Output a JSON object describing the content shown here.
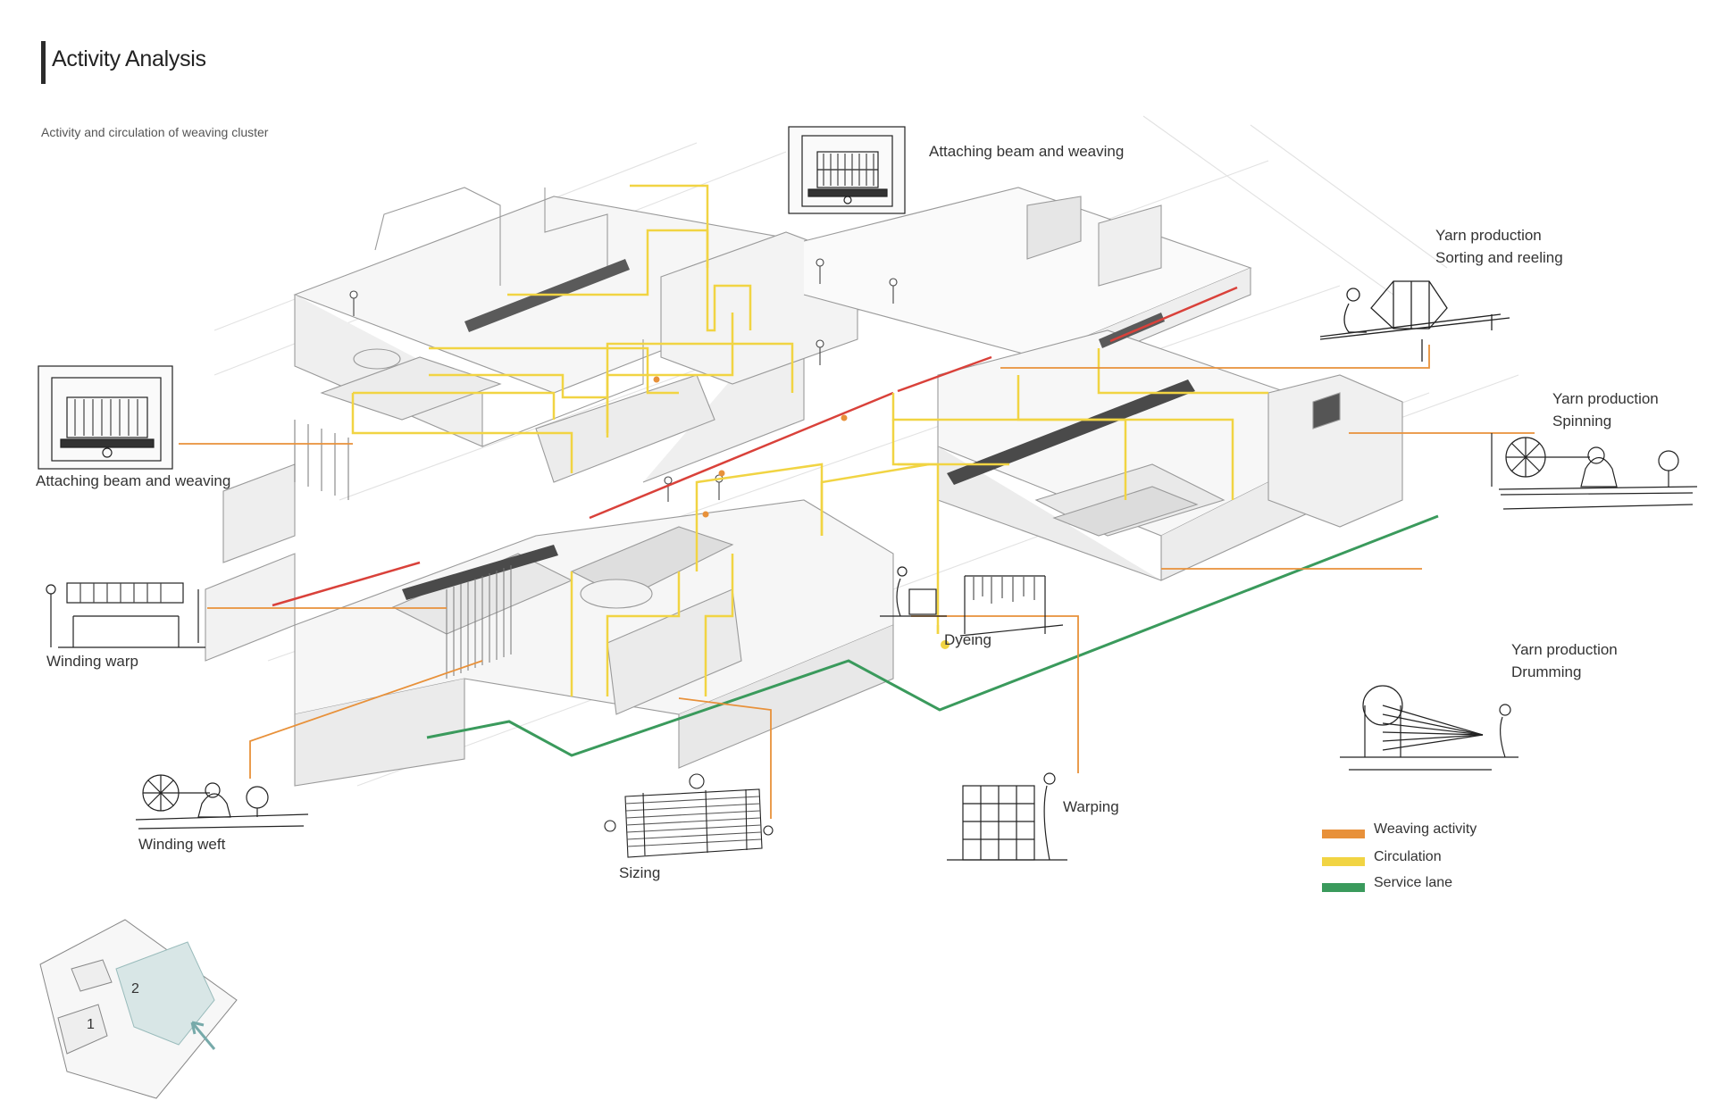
{
  "header": {
    "title": "Activity Analysis",
    "subtitle": "Activity and circulation of weaving cluster"
  },
  "labels": {
    "beam_top": "Attaching beam and weaving",
    "beam_left": "Attaching beam and weaving",
    "sorting_line1": "Yarn production",
    "sorting_line2": "Sorting and reeling",
    "spinning_line1": "Yarn production",
    "spinning_line2": "Spinning",
    "drumming_line1": "Yarn production",
    "drumming_line2": "Drumming",
    "winding_warp": "Winding warp",
    "winding_weft": "Winding weft",
    "sizing": "Sizing",
    "warping": "Warping",
    "dyeing": "Dyeing"
  },
  "keyplan": {
    "zone1": "1",
    "zone2": "2"
  },
  "legend": [
    {
      "label": "Weaving activity",
      "color": "#e8913a"
    },
    {
      "label": "Circulation",
      "color": "#f1d443"
    },
    {
      "label": "Service lane",
      "color": "#3a9a5c"
    }
  ],
  "colors": {
    "weaving": "#e8913a",
    "circulation": "#f1d443",
    "service": "#3a9a5c",
    "main_road": "#d9413a",
    "line": "#555555"
  }
}
